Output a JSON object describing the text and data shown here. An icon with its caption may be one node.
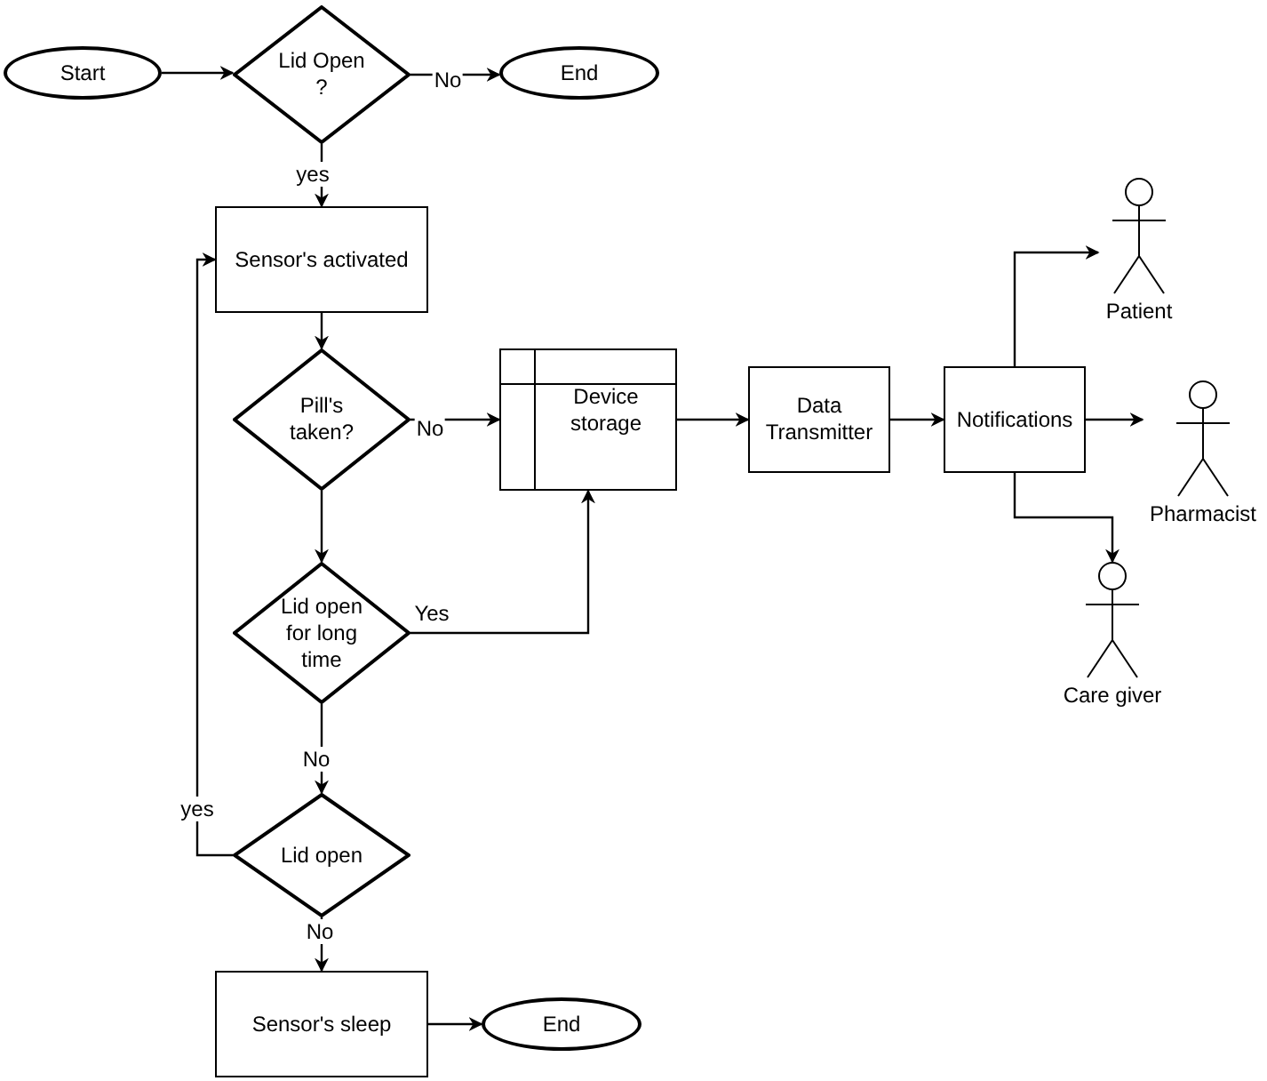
{
  "diagram": {
    "nodes": [
      {
        "text": [
          "Start"
        ]
      },
      {
        "text": [
          "Lid Open ?"
        ]
      },
      {
        "text": [
          "End"
        ]
      },
      {
        "text": [
          "Sensor's activated"
        ]
      },
      {
        "text": [
          "Pill's taken?"
        ]
      },
      {
        "text": [
          "Device storage"
        ]
      },
      {
        "text": [
          "Data Transmitter"
        ]
      },
      {
        "text": [
          "Notifications"
        ]
      },
      {
        "text": [
          "Patient"
        ]
      },
      {
        "text": [
          "Pharmacist"
        ]
      },
      {
        "text": [
          "Care giver"
        ]
      },
      {
        "text": [
          "Lid open for long time"
        ]
      },
      {
        "text": [
          "Lid open"
        ]
      },
      {
        "text": [
          "Sensor's sleep"
        ]
      },
      {
        "text": [
          "End"
        ]
      }
    ],
    "edges": [
      {
        "from": 0,
        "to": 1,
        "arrow": "to"
      },
      {
        "from": 1,
        "to": 2,
        "arrow": "to",
        "label": "No"
      },
      {
        "from": 1,
        "to": 3,
        "arrow": "to",
        "label": "yes"
      },
      {
        "from": 3,
        "to": 4,
        "arrow": "to"
      },
      {
        "from": 4,
        "to": 5,
        "arrow": "to",
        "label": "No"
      },
      {
        "from": 5,
        "to": 6,
        "arrow": "to"
      },
      {
        "from": 6,
        "to": 7,
        "arrow": "to"
      },
      {
        "from": 7,
        "to": 8,
        "arrow": "to"
      },
      {
        "from": 7,
        "to": 9,
        "arrow": "to"
      },
      {
        "from": 7,
        "to": 10,
        "arrow": "to"
      },
      {
        "from": 4,
        "to": 11,
        "arrow": "to"
      },
      {
        "from": 11,
        "to": 5,
        "arrow": "to",
        "label": "Yes"
      },
      {
        "from": 11,
        "to": 12,
        "arrow": "to",
        "label": "No"
      },
      {
        "from": 12,
        "to": 3,
        "arrow": "to",
        "label": "yes"
      },
      {
        "from": 12,
        "to": 13,
        "arrow": "to",
        "label": "No"
      },
      {
        "from": 13,
        "to": 14,
        "arrow": "to"
      }
    ]
  }
}
